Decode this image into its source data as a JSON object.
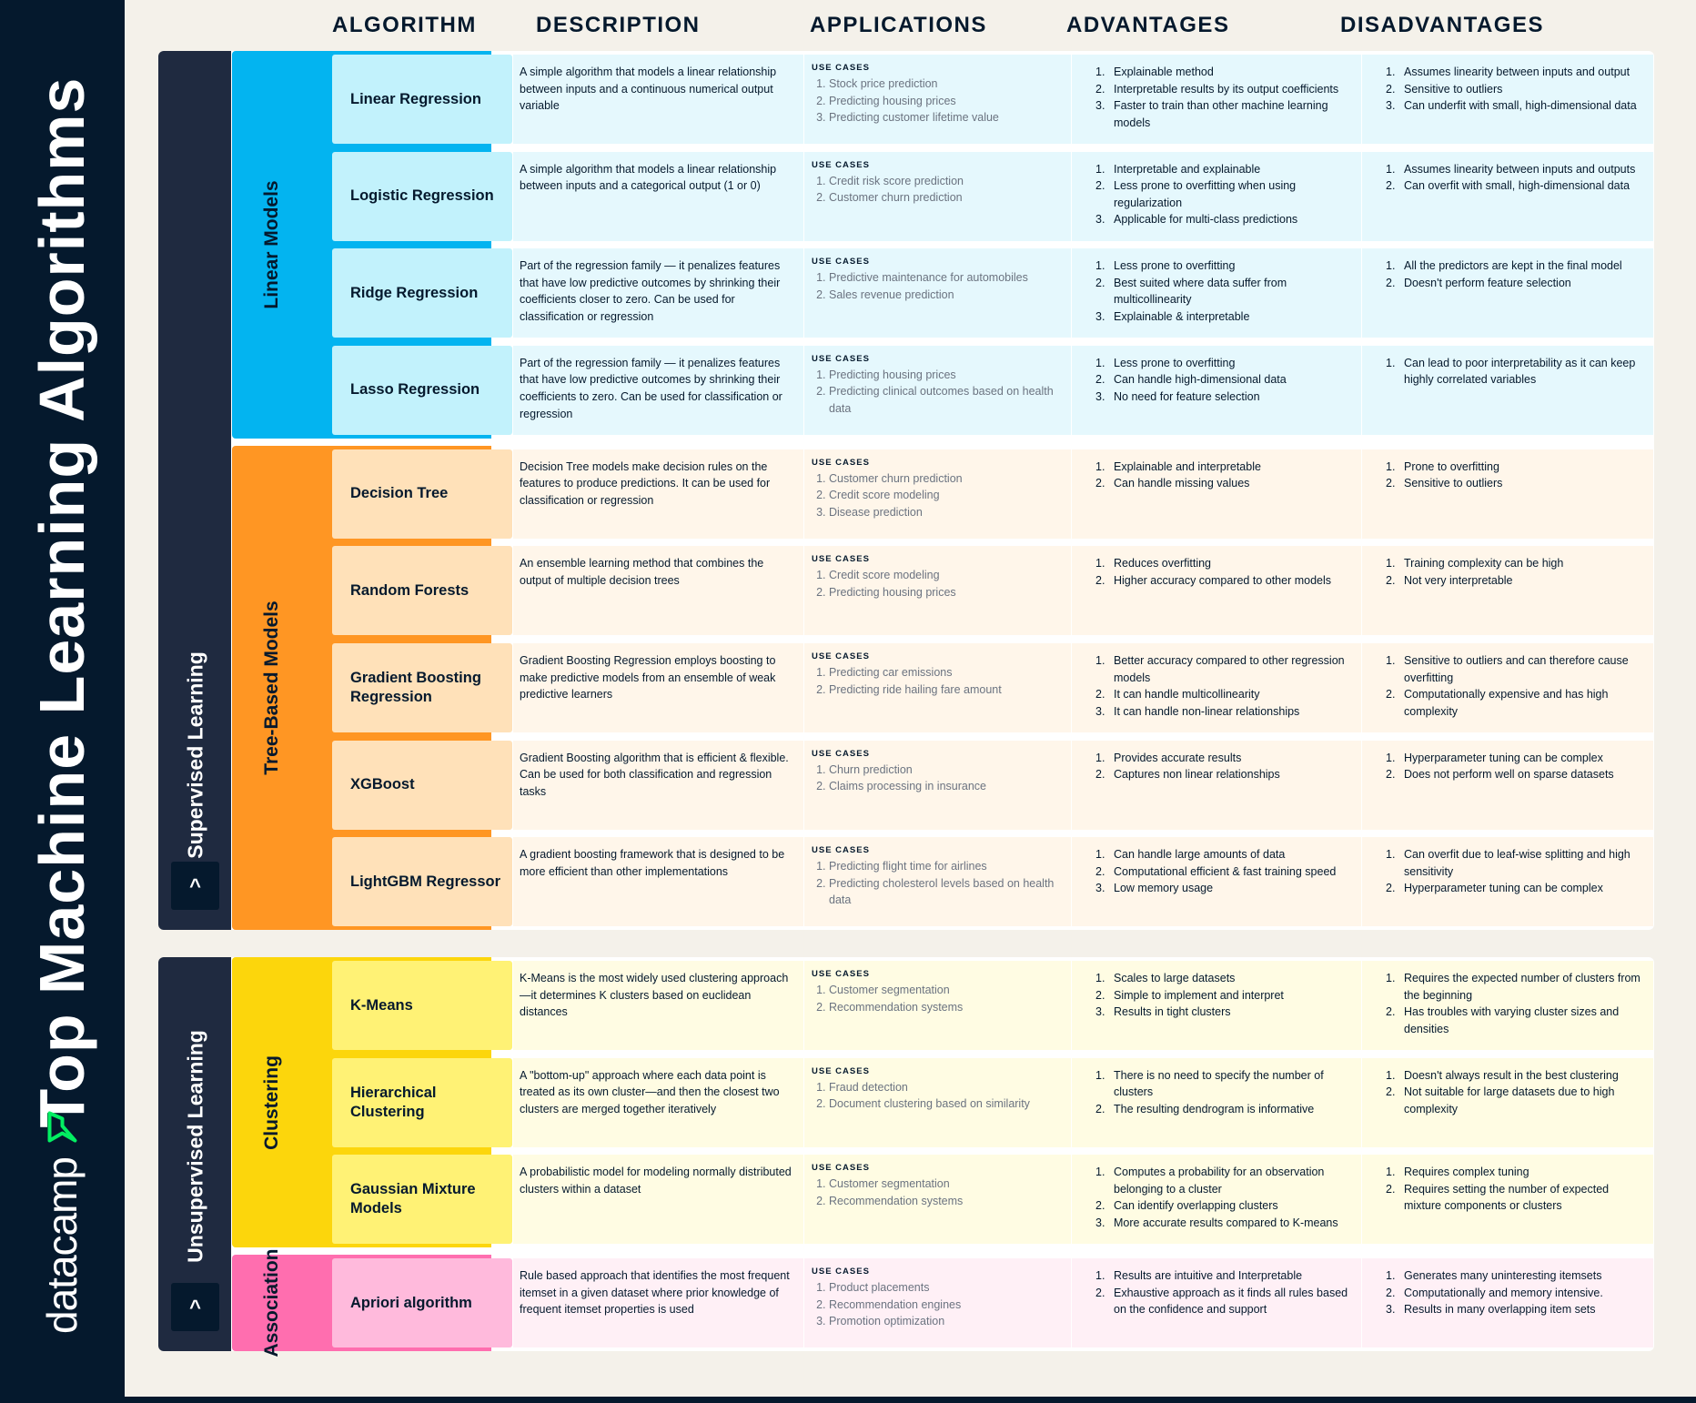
{
  "title": "Top Machine Learning Algorithms",
  "brand": "datacamp",
  "columns": [
    "ALGORITHM",
    "DESCRIPTION",
    "APPLICATIONS",
    "ADVANTAGES",
    "DISADVANTAGES"
  ],
  "use_cases_label": "USE CASES",
  "collapse_glyph": "^",
  "colors": {
    "navy": "#05192d",
    "linear_group": "#03b4f0",
    "linear_cell": "#c2f2fc",
    "linear_row": "#e5f8fd",
    "tree_group": "#ff9623",
    "tree_cell": "#ffe1b9",
    "tree_row": "#fff6ea",
    "cluster_group": "#fcd60c",
    "cluster_cell": "#fff275",
    "cluster_row": "#fffce3",
    "assoc_group": "#ff6eaf",
    "assoc_cell": "#ffbadc",
    "assoc_row": "#fff0f6"
  },
  "sections": [
    {
      "name": "Supervised Learning",
      "groups": [
        {
          "name": "Linear Models",
          "theme": "linear",
          "rows": [
            {
              "algorithm": "Linear Regression",
              "description": "A simple algorithm that models a linear relationship between inputs and a continuous numerical output variable",
              "applications": [
                "Stock price prediction",
                "Predicting housing prices",
                "Predicting customer lifetime value"
              ],
              "advantages": [
                "Explainable method",
                "Interpretable results by its output coefficients",
                "Faster to train than other machine learning models"
              ],
              "disadvantages": [
                "Assumes linearity between inputs and output",
                "Sensitive to outliers",
                "Can underfit with small, high-dimensional data"
              ]
            },
            {
              "algorithm": "Logistic Regression",
              "description": "A simple algorithm that models a linear relationship between inputs and a categorical output (1 or 0)",
              "applications": [
                "Credit risk score prediction",
                "Customer churn prediction"
              ],
              "advantages": [
                "Interpretable and explainable",
                "Less prone to overfitting when using regularization",
                "Applicable for multi-class predictions"
              ],
              "disadvantages": [
                "Assumes linearity between inputs and outputs",
                "Can overfit with small, high-dimensional data"
              ]
            },
            {
              "algorithm": "Ridge Regression",
              "description": "Part of the regression family — it penalizes features that have low predictive outcomes by shrinking their coefficients closer to zero. Can be used for classification or regression",
              "applications": [
                "Predictive maintenance for automobiles",
                "Sales revenue prediction"
              ],
              "advantages": [
                "Less prone to overfitting",
                "Best suited where data suffer from multicollinearity",
                "Explainable & interpretable"
              ],
              "disadvantages": [
                "All the predictors are kept in the final model",
                "Doesn't perform feature selection"
              ]
            },
            {
              "algorithm": "Lasso Regression",
              "description": "Part of the regression family — it penalizes features that have low predictive outcomes by shrinking their coefficients to zero. Can be used for classification or regression",
              "applications": [
                "Predicting housing prices",
                "Predicting clinical outcomes based on health data"
              ],
              "advantages": [
                "Less prone to overfitting",
                "Can handle high-dimensional data",
                "No need for feature selection"
              ],
              "disadvantages": [
                "Can lead to poor interpretability as it can keep highly correlated variables"
              ]
            }
          ]
        },
        {
          "name": "Tree-Based Models",
          "theme": "tree",
          "rows": [
            {
              "algorithm": "Decision Tree",
              "description": "Decision Tree models make decision rules on the features to produce predictions. It can be used for classification or regression",
              "applications": [
                "Customer churn prediction",
                "Credit score modeling",
                "Disease prediction"
              ],
              "advantages": [
                "Explainable and interpretable",
                "Can handle missing values"
              ],
              "disadvantages": [
                "Prone to overfitting",
                "Sensitive to outliers"
              ]
            },
            {
              "algorithm": "Random Forests",
              "description": "An ensemble learning method that combines the output of multiple decision trees",
              "applications": [
                "Credit score modeling",
                "Predicting housing prices"
              ],
              "advantages": [
                "Reduces overfitting",
                "Higher accuracy compared to other models"
              ],
              "disadvantages": [
                "Training complexity can be high",
                "Not very interpretable"
              ]
            },
            {
              "algorithm": "Gradient Boosting Regression",
              "description": "Gradient Boosting Regression employs boosting to make predictive models from an ensemble of weak predictive learners",
              "applications": [
                "Predicting car emissions",
                "Predicting ride hailing fare amount"
              ],
              "advantages": [
                "Better accuracy compared to other regression models",
                "It can handle multicollinearity",
                "It can handle non-linear relationships"
              ],
              "disadvantages": [
                "Sensitive to outliers and can therefore cause overfitting",
                "Computationally expensive and has high complexity"
              ]
            },
            {
              "algorithm": "XGBoost",
              "description": "Gradient Boosting algorithm that is efficient & flexible. Can be used for both classification and regression tasks",
              "applications": [
                "Churn prediction",
                "Claims processing in insurance"
              ],
              "advantages": [
                "Provides accurate results",
                "Captures non linear relationships"
              ],
              "disadvantages": [
                "Hyperparameter tuning can be complex",
                "Does not perform well on sparse datasets"
              ]
            },
            {
              "algorithm": "LightGBM Regressor",
              "description": "A gradient boosting framework that is designed to be more efficient than other implementations",
              "applications": [
                "Predicting flight time for airlines",
                "Predicting cholesterol levels based on health data"
              ],
              "advantages": [
                "Can handle large amounts of data",
                "Computational efficient & fast training speed",
                "Low memory usage"
              ],
              "disadvantages": [
                "Can overfit due to leaf-wise splitting and high sensitivity",
                "Hyperparameter tuning can be complex"
              ]
            }
          ]
        }
      ]
    },
    {
      "name": "Unsupervised Learning",
      "groups": [
        {
          "name": "Clustering",
          "theme": "cluster",
          "rows": [
            {
              "algorithm": "K-Means",
              "description": "K-Means is the most widely used clustering approach—it determines K clusters based on euclidean distances",
              "applications": [
                "Customer segmentation",
                "Recommendation systems"
              ],
              "advantages": [
                "Scales to large datasets",
                "Simple to implement and interpret",
                "Results in tight clusters"
              ],
              "disadvantages": [
                "Requires the expected number of clusters from the beginning",
                "Has troubles with varying cluster sizes and densities"
              ]
            },
            {
              "algorithm": "Hierarchical Clustering",
              "description": "A \"bottom-up\" approach where each data point is treated as its own cluster—and then the closest two clusters are merged together iteratively",
              "applications": [
                "Fraud detection",
                "Document clustering based on similarity"
              ],
              "advantages": [
                "There is no need to specify the number of clusters",
                "The resulting dendrogram is informative"
              ],
              "disadvantages": [
                "Doesn't always result in the best clustering",
                "Not suitable for large datasets due to high complexity"
              ]
            },
            {
              "algorithm": "Gaussian Mixture Models",
              "description": "A probabilistic model for modeling normally distributed clusters within a dataset",
              "applications": [
                "Customer segmentation",
                "Recommendation systems"
              ],
              "advantages": [
                "Computes a probability for an observation belonging to a cluster",
                "Can identify overlapping clusters",
                "More accurate results compared to K-means"
              ],
              "disadvantages": [
                "Requires complex tuning",
                "Requires setting the number of expected mixture components or clusters"
              ]
            }
          ]
        },
        {
          "name": "Association",
          "theme": "assoc",
          "rows": [
            {
              "algorithm": "Apriori algorithm",
              "description": "Rule based approach that identifies the most frequent itemset in a given dataset where prior knowledge of frequent itemset properties is used",
              "applications": [
                "Product placements",
                "Recommendation engines",
                "Promotion optimization"
              ],
              "advantages": [
                "Results are intuitive and Interpretable",
                "Exhaustive approach as it finds all rules based on the confidence and support"
              ],
              "disadvantages": [
                "Generates many uninteresting itemsets",
                "Computationally and memory intensive.",
                "Results in many overlapping item sets"
              ]
            }
          ]
        }
      ]
    }
  ]
}
